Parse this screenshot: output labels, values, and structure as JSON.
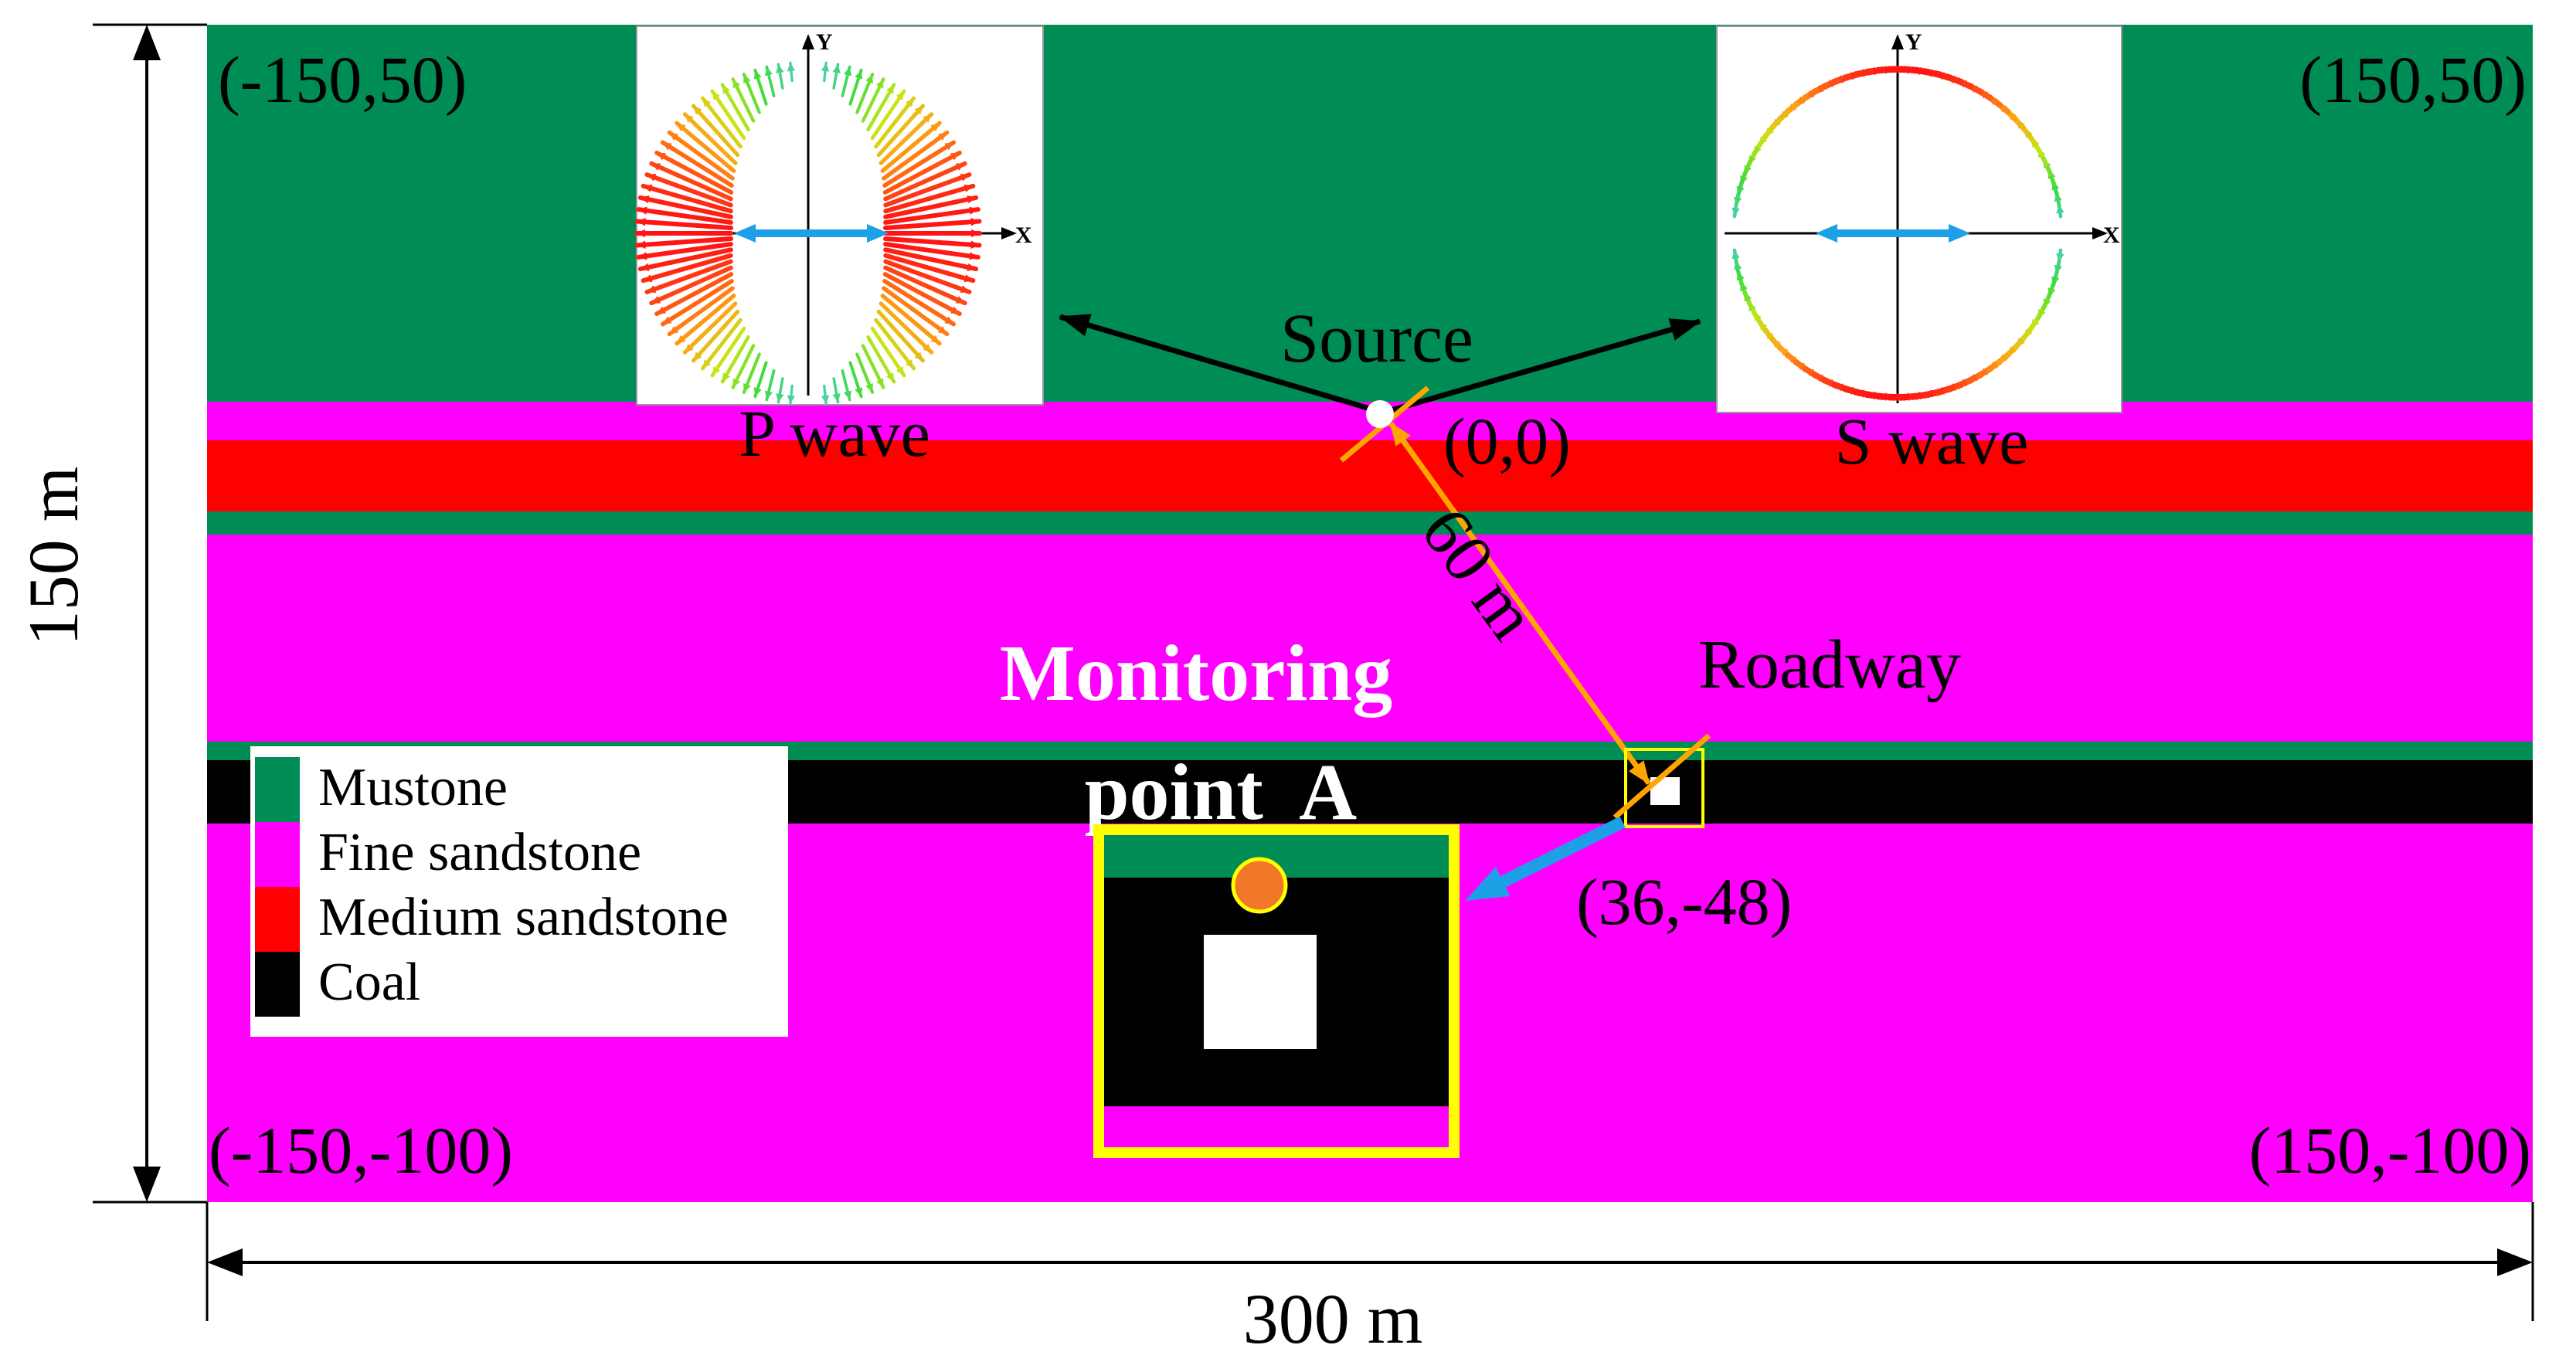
{
  "colors": {
    "mustone": "#008c55",
    "fine_sandstone": "#ff00ff",
    "medium_sandstone": "#ff0000",
    "coal": "#000000",
    "orange_line": "#ffa500",
    "yellow_frame": "#ffff00",
    "blue_arrow": "#1ea0e6",
    "monitor_dot": "#f07828"
  },
  "corners": {
    "top_left": "(-150,50)",
    "top_right": "(150,50)",
    "bottom_left": "(-150,-100)",
    "bottom_right": "(150,-100)"
  },
  "dimensions": {
    "height": "150 m",
    "width": "300 m"
  },
  "source": {
    "label": "Source",
    "coord": "(0,0)"
  },
  "distance_label": "60 m",
  "roadway": {
    "label": "Roadway",
    "coord": "(36,-48)"
  },
  "monitoring": {
    "line1": "Monitoring",
    "line2": "point  A"
  },
  "insets": {
    "p_wave": {
      "caption": "P wave",
      "x_axis": "X",
      "y_axis": "Y"
    },
    "s_wave": {
      "caption": "S wave",
      "x_axis": "X",
      "y_axis": "Y"
    }
  },
  "legend": {
    "items": [
      {
        "label": "Mustone",
        "color": "#008c55"
      },
      {
        "label": "Fine sandstone",
        "color": "#ff00ff"
      },
      {
        "label": "Medium sandstone",
        "color": "#ff0000"
      },
      {
        "label": "Coal",
        "color": "#000000"
      }
    ]
  }
}
